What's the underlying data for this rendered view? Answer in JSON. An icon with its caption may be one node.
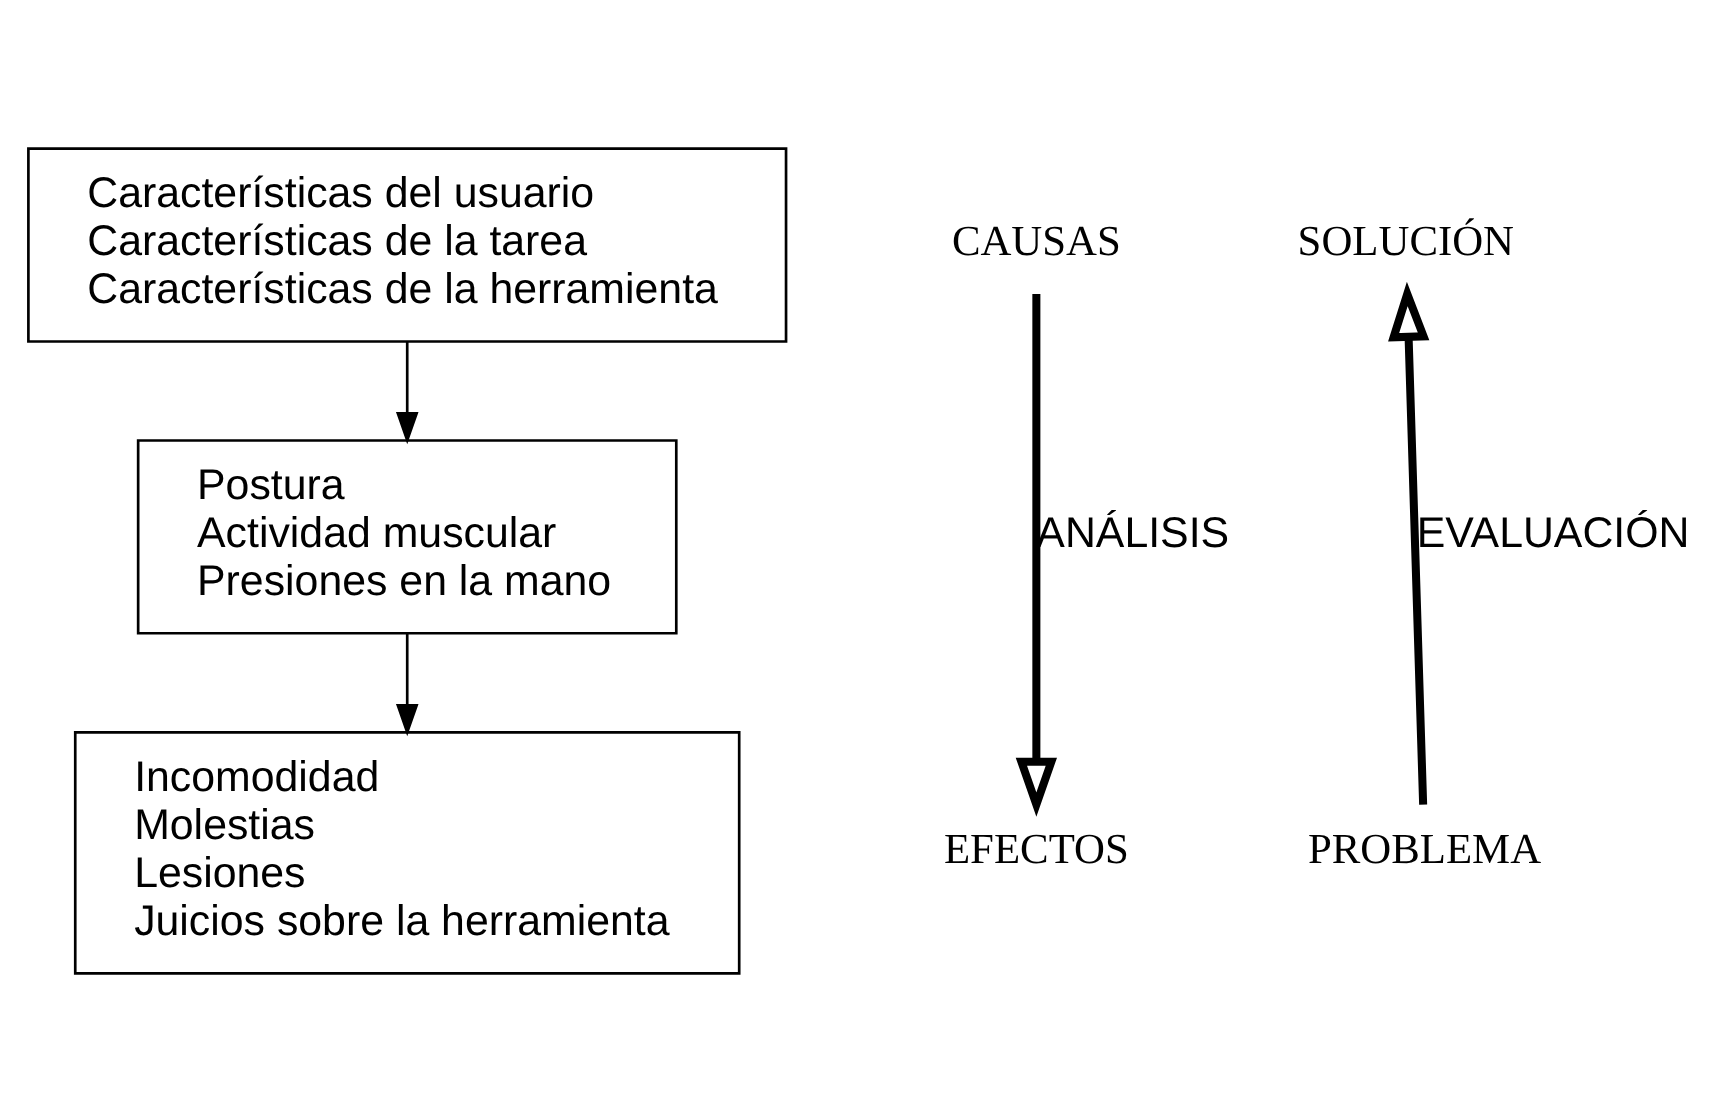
{
  "diagram": {
    "nodes": [
      {
        "text": [
          "Características del usuario",
          "Características de la tarea",
          "Características de la herramienta"
        ]
      },
      {
        "text": [
          "Postura",
          "Actividad muscular",
          "Presiones en la mano"
        ]
      },
      {
        "text": [
          "Incomodidad",
          "Molestias",
          "Lesiones",
          "Juicios sobre la herramienta"
        ]
      },
      {
        "text": [
          "CAUSAS"
        ]
      },
      {
        "text": [
          "EFECTOS"
        ]
      },
      {
        "text": [
          "SOLUCIÓN"
        ]
      },
      {
        "text": [
          "PROBLEMA"
        ]
      }
    ],
    "edges": [
      {
        "from": 0,
        "to": 1,
        "arrow": "to"
      },
      {
        "from": 1,
        "to": 2,
        "arrow": "to"
      },
      {
        "from": 3,
        "to": 4,
        "arrow": "to",
        "label": "ANÁLISIS",
        "style": "thick"
      },
      {
        "from": 6,
        "to": 5,
        "arrow": "to",
        "label": "EVALUACIÓN",
        "style": "thick"
      }
    ]
  }
}
